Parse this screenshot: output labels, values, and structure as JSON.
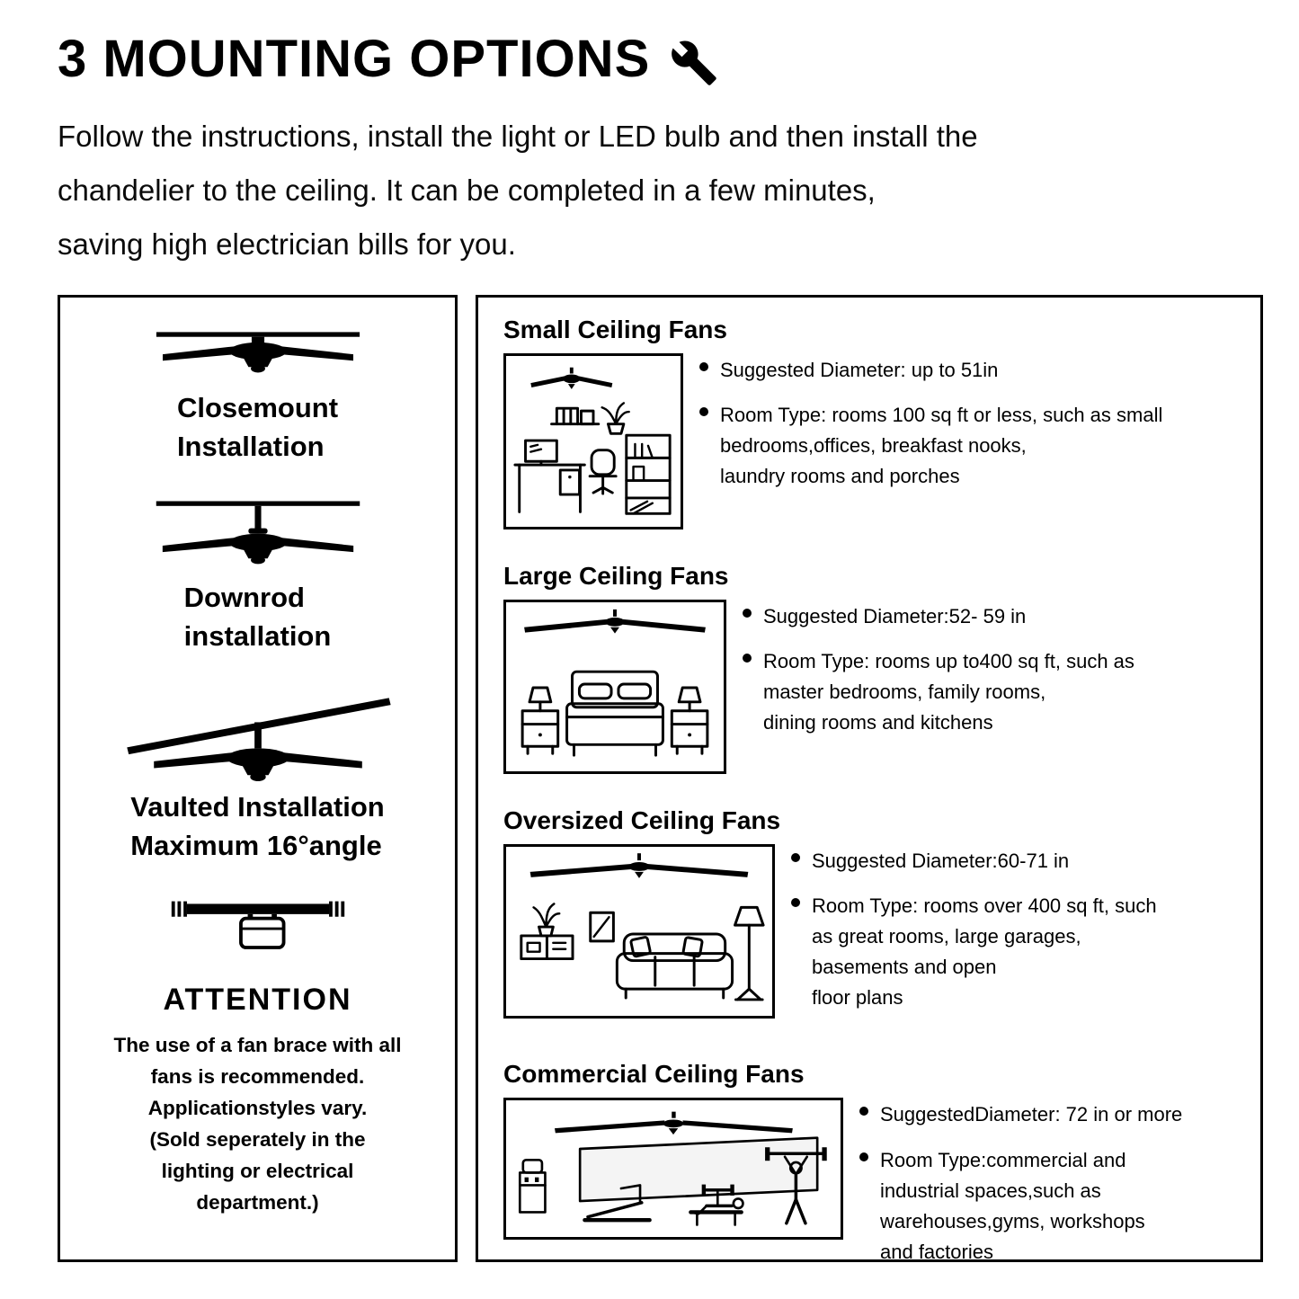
{
  "header": {
    "title": "3 MOUNTING OPTIONS",
    "intro": "Follow the instructions, install the light or LED bulb and then install the\nchandelier to the ceiling. It can be completed in a few minutes,\nsaving high electrician bills for you."
  },
  "left_panel": {
    "closemount_label": "Closemount\nInstallation",
    "downrod_label": "Downrod\ninstallation",
    "vaulted_label": "Vaulted Installation\nMaximum 16°angle",
    "attention_title": "ATTENTION",
    "attention_text": "The use of a fan brace with all\nfans is recommended.\nApplicationstyles vary.\n(Sold seperately in the\nlighting or electrical\ndepartment.)"
  },
  "right_panel": {
    "sections": [
      {
        "title": "Small Ceiling Fans",
        "bullets": [
          "Suggested Diameter: up to 51in",
          "Room Type: rooms 100 sq ft or less, such as small\nbedrooms,offices, breakfast nooks,\nlaundry rooms and porches"
        ]
      },
      {
        "title": "Large Ceiling Fans",
        "bullets": [
          "Suggested Diameter:52- 59 in",
          "Room Type: rooms up to400 sq ft, such as\nmaster bedrooms, family rooms,\ndining rooms and kitchens"
        ]
      },
      {
        "title": "Oversized Ceiling Fans",
        "bullets": [
          "Suggested Diameter:60-71 in",
          "Room Type: rooms over 400 sq ft, such\nas great rooms, large garages,\nbasements and open\nfloor plans"
        ]
      },
      {
        "title": "Commercial Ceiling Fans",
        "bullets": [
          "SuggestedDiameter: 72 in or more",
          "Room Type:commercial and\nindustrial spaces,such as\nwarehouses,gyms, workshops\nand factories"
        ]
      }
    ]
  }
}
